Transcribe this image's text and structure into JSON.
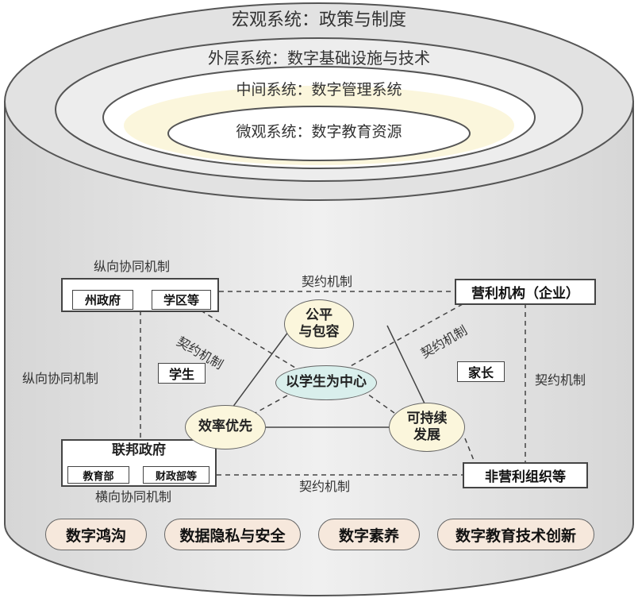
{
  "systems": {
    "macro": "宏观系统：政策与制度",
    "exo": "外层系统：数字基础设施与技术",
    "meso": "中间系统：数字管理系统",
    "micro": "微观系统：数字教育资源"
  },
  "actors": {
    "state_gov": "州政府",
    "school_district": "学区等",
    "federal_gov": "联邦政府",
    "education_dept": "教育部",
    "treasury_dept": "财政部等",
    "for_profit": "营利机构（企业）",
    "non_profit": "非营利组织等",
    "students": "学生",
    "parents": "家长"
  },
  "mechanisms": {
    "vertical_top": "纵向协同机制",
    "vertical_left": "纵向协同机制",
    "horizontal": "横向协同机制",
    "contract_top": "契约机制",
    "contract_diag_left": "契约机制",
    "contract_diag_right": "契约机制",
    "contract_right": "契约机制",
    "contract_bottom": "契约机制"
  },
  "principles": {
    "center": "以学生为中心",
    "fairness_line1": "公平",
    "fairness_line2": "与包容",
    "efficiency": "效率优先",
    "sustain_line1": "可持续",
    "sustain_line2": "发展"
  },
  "challenges": [
    "数字鸿沟",
    "数据隐私与安全",
    "数字素养",
    "数字教育技术创新"
  ],
  "colors": {
    "inner_ellipse_fill": "#fbf6dc",
    "center_fill": "#d9efec",
    "principle_fill": "#fbf6dc",
    "challenge_fill": "#f6e8dc",
    "cylinder_fill": "#e6e6e6"
  }
}
